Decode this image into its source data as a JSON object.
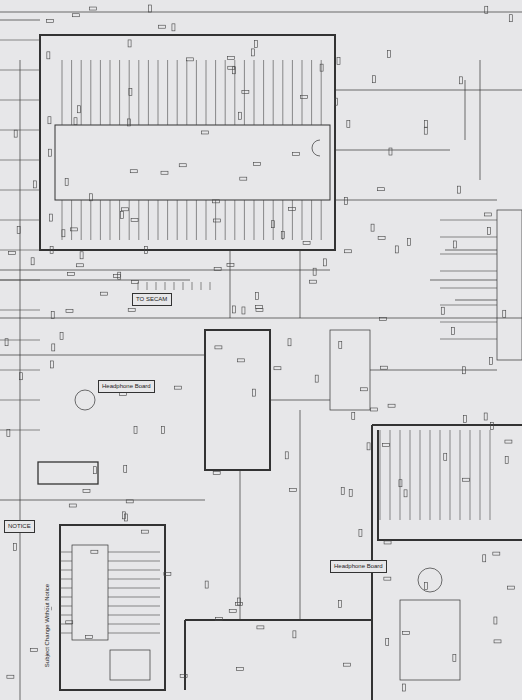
{
  "diagram": {
    "nodes": [
      {
        "text": [
          "TO SECAM"
        ]
      },
      {
        "text": [
          "NOTICE"
        ]
      },
      {
        "text": [
          "Headphone Board"
        ]
      },
      {
        "text": [
          "Headphone Board"
        ]
      }
    ],
    "labels": [
      "Subject Change Without Notice"
    ]
  }
}
